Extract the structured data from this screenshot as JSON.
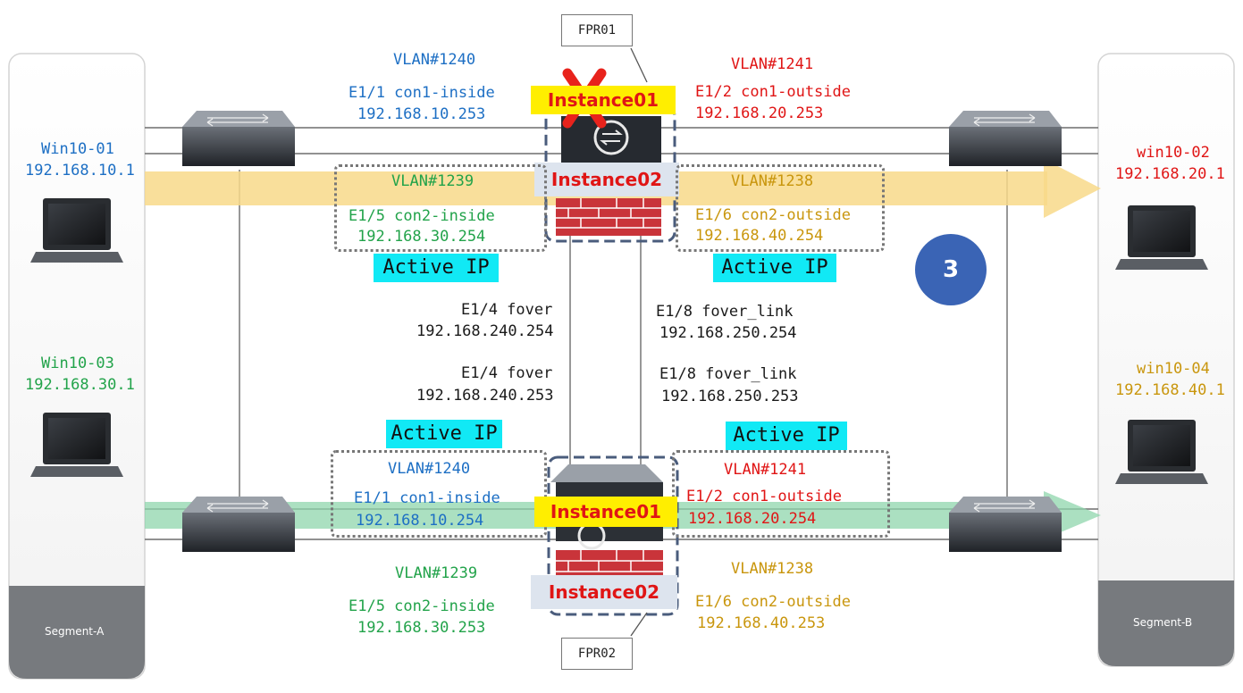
{
  "hosts": {
    "win10_01": {
      "name": "Win10-01",
      "ip": "192.168.10.1"
    },
    "win10_02": {
      "name": "win10-02",
      "ip": "192.168.20.1"
    },
    "win10_03": {
      "name": "Win10-03",
      "ip": "192.168.30.1"
    },
    "win10_04": {
      "name": "win10-04",
      "ip": "192.168.40.1"
    }
  },
  "segments": {
    "a": "Segment-A",
    "b": "Segment-B"
  },
  "devices": {
    "fpr01": "FPR01",
    "fpr02": "FPR02"
  },
  "fpr01": {
    "instance01": "Instance01",
    "instance02": "Instance02",
    "top_left": {
      "vlan": "VLAN#1240",
      "iface": "E1/1 con1-inside",
      "ip": "192.168.10.253"
    },
    "top_right": {
      "vlan": "VLAN#1241",
      "iface": "E1/2 con1-outside",
      "ip": "192.168.20.253"
    },
    "mid_left": {
      "vlan": "VLAN#1239",
      "iface": "E1/5 con2-inside",
      "ip": "192.168.30.254",
      "badge": "Active IP"
    },
    "mid_right": {
      "vlan": "VLAN#1238",
      "iface": "E1/6 con2-outside",
      "ip": "192.168.40.254",
      "badge": "Active IP"
    },
    "fover": {
      "iface": "E1/4 fover",
      "ip": "192.168.240.254"
    },
    "fover_link": {
      "iface": "E1/8 fover_link",
      "ip": "192.168.250.254"
    }
  },
  "fpr02": {
    "instance01": "Instance01",
    "instance02": "Instance02",
    "fover": {
      "iface": "E1/4 fover",
      "ip": "192.168.240.253"
    },
    "fover_link": {
      "iface": "E1/8 fover_link",
      "ip": "192.168.250.253"
    },
    "left": {
      "badge": "Active IP",
      "vlan": "VLAN#1240",
      "iface": "E1/1 con1-inside",
      "ip": "192.168.10.254"
    },
    "right": {
      "badge": "Active IP",
      "vlan": "VLAN#1241",
      "iface": "E1/2 con1-outside",
      "ip": "192.168.20.254"
    },
    "bottom_left": {
      "vlan": "VLAN#1239",
      "iface": "E1/5 con2-inside",
      "ip": "192.168.30.253"
    },
    "bottom_right": {
      "vlan": "VLAN#1238",
      "iface": "E1/6 con2-outside",
      "ip": "192.168.40.253"
    }
  },
  "step_number": "3",
  "colors": {
    "blue": "#1d6fc4",
    "red": "#e01515",
    "green": "#22a34a",
    "gold": "#c9960d",
    "flow_orange": "#f8d98a",
    "flow_green": "#8fd6ac",
    "step": "#3a64b5"
  }
}
